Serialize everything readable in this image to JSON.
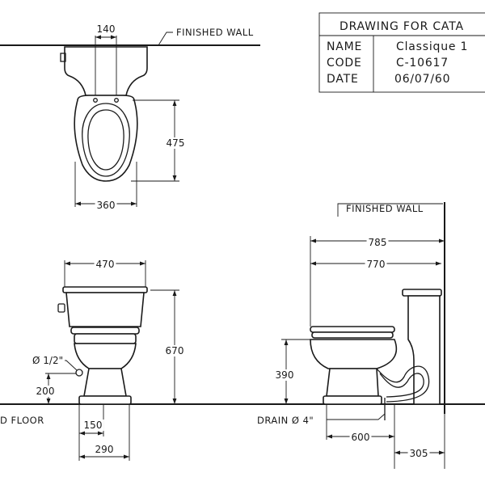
{
  "title_block": {
    "heading": "DRAWING FOR CATA",
    "rows": [
      {
        "label": "NAME",
        "value": "Classique 1"
      },
      {
        "label": "CODE",
        "value": "C-10617"
      },
      {
        "label": "DATE",
        "value": "06/07/60"
      }
    ]
  },
  "labels": {
    "finished_wall_top": "FINISHED WALL",
    "finished_wall_right": "FINISHED WALL",
    "floor": "D FLOOR",
    "drain": "DRAIN Ø 4\"",
    "inlet": "Ø 1/2\""
  },
  "dimensions": {
    "plan_inlet_width": "140",
    "plan_depth": "475",
    "plan_width": "360",
    "front_width": "470",
    "front_height": "670",
    "inlet_height": "200",
    "base_width": "150",
    "base_overall": "290",
    "side_overall_depth": "785",
    "side_depth": "770",
    "seat_height": "390",
    "drain_to_front": "600",
    "drain_to_wall": "305"
  }
}
